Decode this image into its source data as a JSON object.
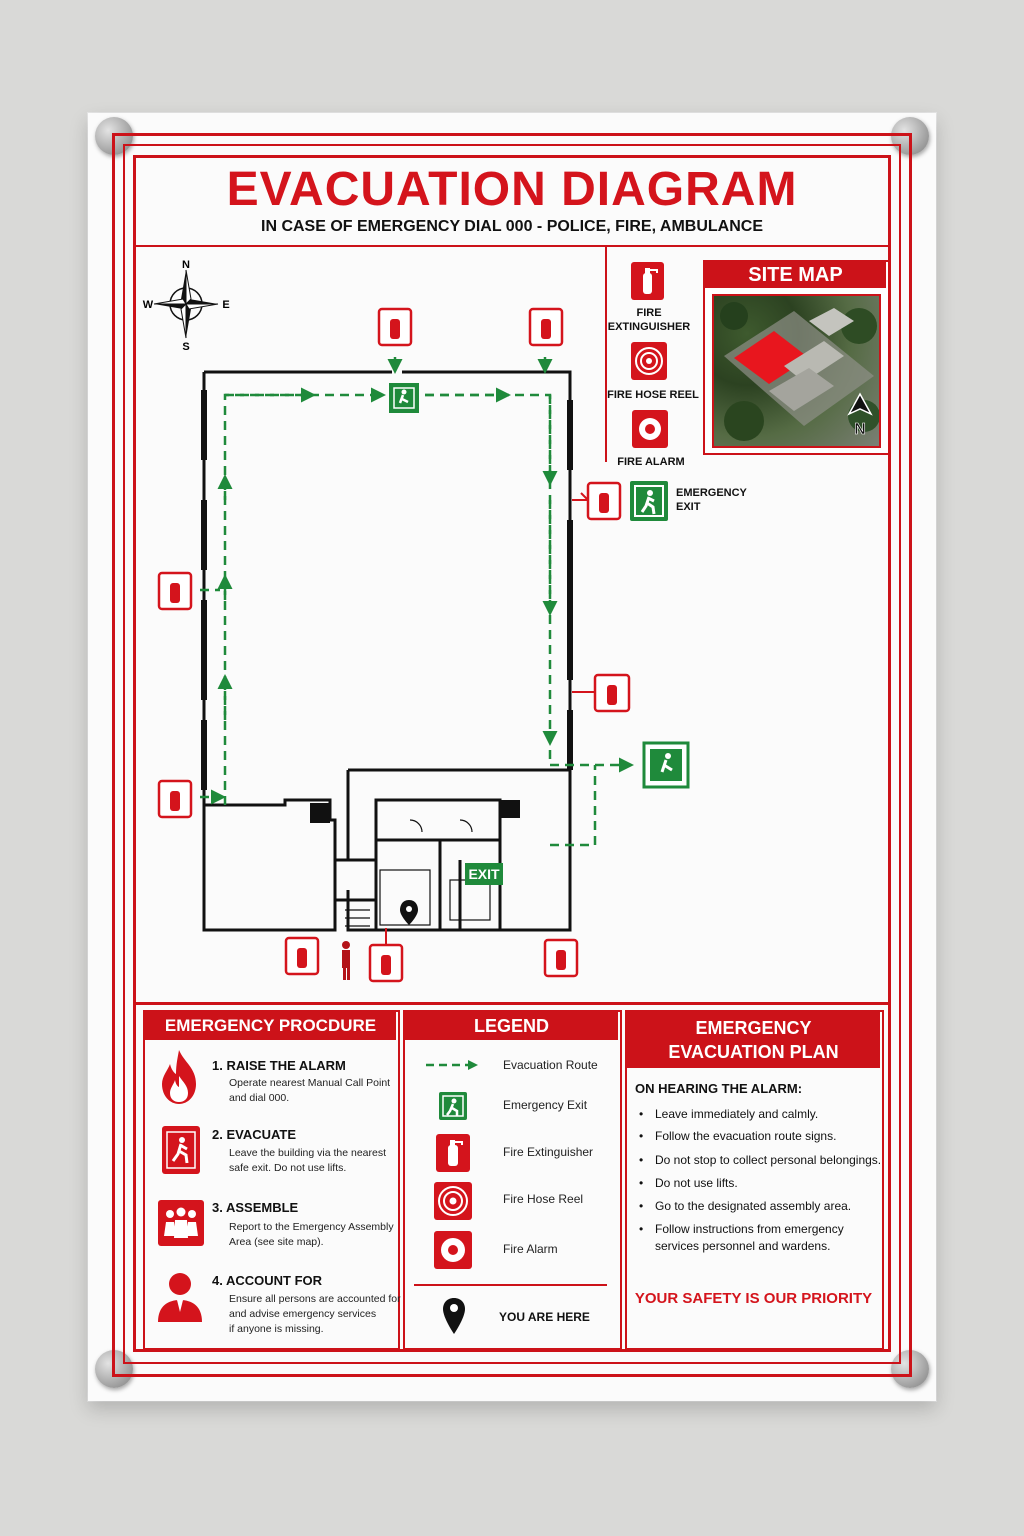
{
  "header": {
    "title": "EVACUATION DIAGRAM",
    "subtitle": "IN CASE OF EMERGENCY DIAL 000 - POLICE, FIRE, AMBULANCE"
  },
  "compass": {
    "n": "N",
    "s": "S",
    "e": "E",
    "w": "W"
  },
  "key": {
    "extinguisher": "FIRE\nEXTINGUISHER",
    "hose_reel": "FIRE HOSE REEL",
    "alarm": "FIRE ALARM",
    "exit": "EMERGENCY\nEXIT"
  },
  "site_map": {
    "title": "SITE MAP",
    "north": "N"
  },
  "plan": {
    "exit_sign": "EXIT"
  },
  "procedure": {
    "title": "EMERGENCY PROCDURE",
    "steps": [
      {
        "title": "1. RAISE THE ALARM",
        "desc": "Operate nearest Manual Call Point\nand dial 000."
      },
      {
        "title": "2. EVACUATE",
        "desc": "Leave the building via the nearest\nsafe exit. Do not use lifts."
      },
      {
        "title": "3. ASSEMBLE",
        "desc": "Report to the Emergency Assembly\nArea (see site map)."
      },
      {
        "title": "4. ACCOUNT FOR",
        "desc": "Ensure all persons are accounted for\nand advise emergency services\nif anyone is missing."
      }
    ]
  },
  "legend": {
    "title": "LEGEND",
    "items": [
      "Evacuation Route",
      "Emergency Exit",
      "Fire Extinguisher",
      "Fire Hose Reel",
      "Fire Alarm"
    ],
    "you_are_here": "YOU ARE HERE"
  },
  "evac_plan": {
    "title": "EMERGENCY\nEVACUATION PLAN",
    "subhead": "ON HEARING THE ALARM:",
    "items": [
      "Leave immediately and calmly.",
      "Follow the evacuation route signs.",
      "Do not stop to collect personal belongings.",
      "Do not use lifts.",
      "Go to the designated assembly area.",
      "Follow instructions from emergency\nservices personnel and wardens."
    ],
    "footer": "YOUR SAFETY IS OUR PRIORITY"
  },
  "colors": {
    "red": "#cc1219",
    "green": "#1f8a3b",
    "dark": "#111111"
  }
}
